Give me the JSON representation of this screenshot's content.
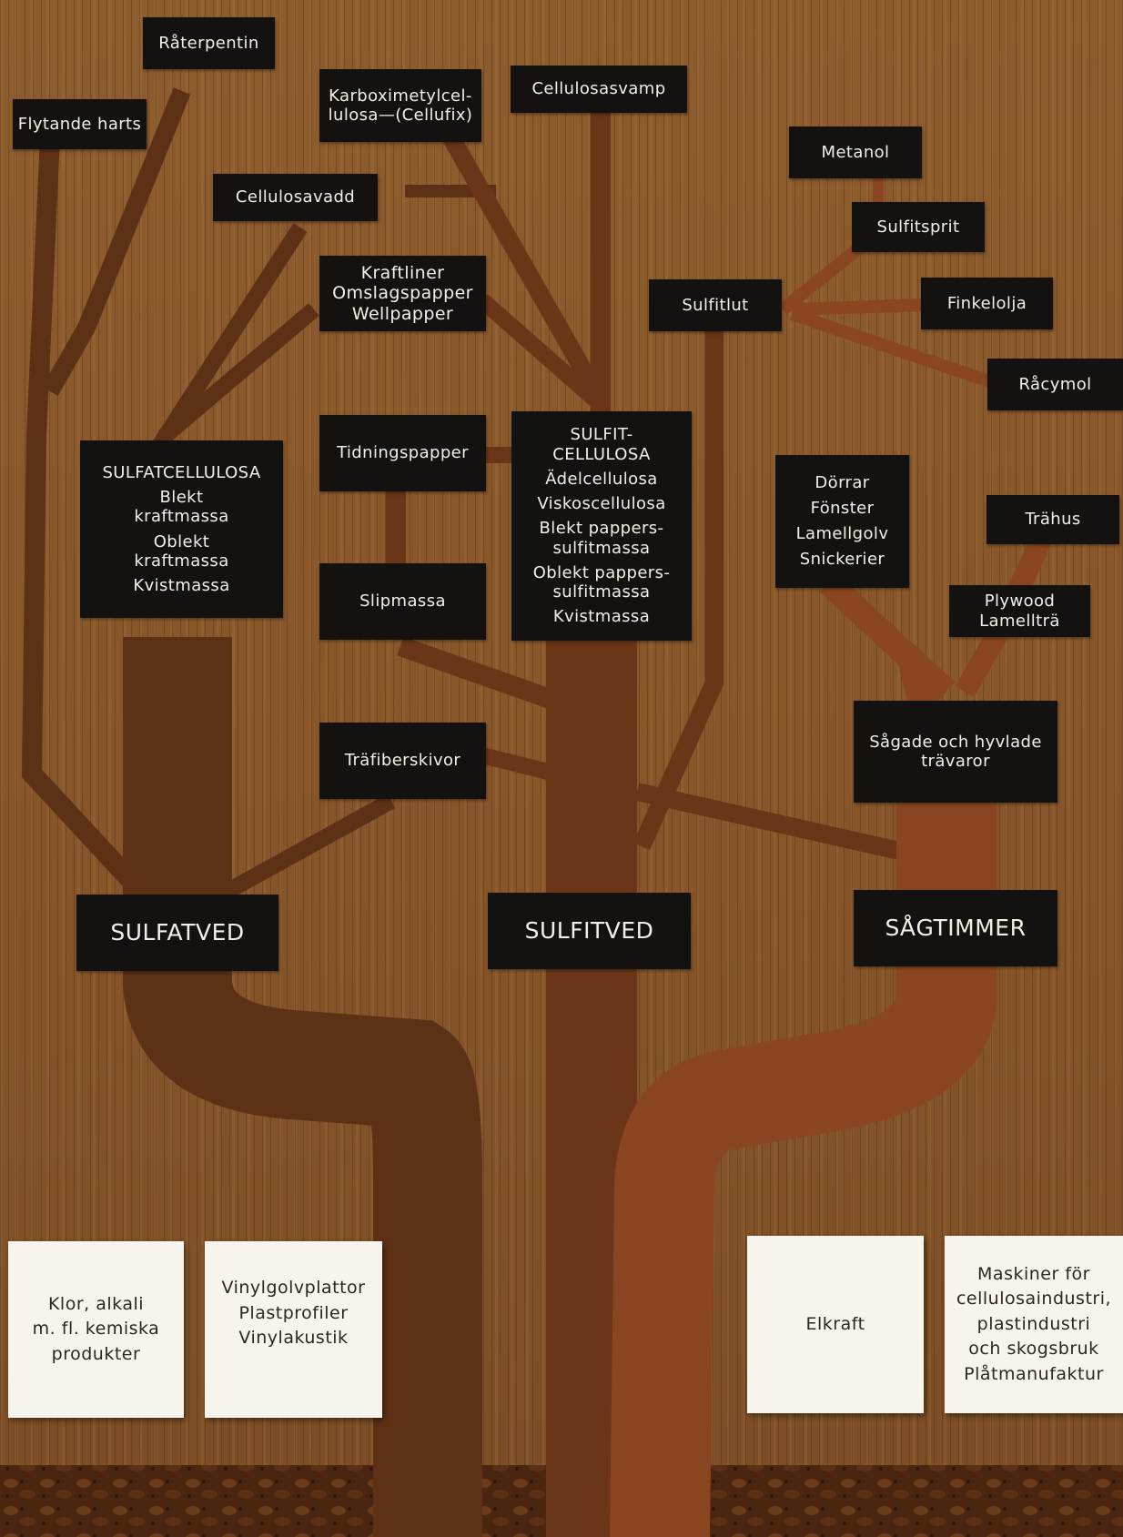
{
  "colors": {
    "background_wood": "#8a5a2c",
    "branch_dark": "#5a2e14",
    "branch_mid": "#6b3518",
    "branch_light": "#8a4620",
    "label_box": "#141210",
    "label_text": "#f4efe6",
    "card": "#f7f4ee",
    "card_text": "#2a2622"
  },
  "labels": {
    "raterpentin": "Råterpentin",
    "flytande_harts": "Flytande harts",
    "karboxi_1": "Karboximetylcel-",
    "karboxi_2": "lulosa—(Cellufix)",
    "cellulosasvamp": "Cellulosasvamp",
    "metanol": "Metanol",
    "cellulosavadd": "Cellulosavadd",
    "sulfitsprit": "Sulfitsprit",
    "kraftliner": "Kraftliner",
    "omslagspapper": "Omslagspapper",
    "wellpapper": "Wellpapper",
    "sulfitlut": "Sulfitlut",
    "finkelolja": "Finkelolja",
    "racymol": "Råcymol",
    "tidningspapper": "Tidningspapper",
    "slipmassa": "Slipmassa",
    "trafiberskivor": "Träfiberskivor",
    "trahus": "Trähus",
    "plywood": "Plywood",
    "lamelltra": "Lamellträ",
    "sagade_1": "Sågade och hyvlade",
    "sagade_2": "trävaror"
  },
  "sulfatcellulosa": {
    "title": "SULFATCELLULOSA",
    "blekt_1": "Blekt",
    "blekt_2": "kraftmassa",
    "oblekt_1": "Oblekt",
    "oblekt_2": "kraftmassa",
    "kvist": "Kvistmassa"
  },
  "sulfitcellulosa": {
    "title_1": "SULFIT-",
    "title_2": "CELLULOSA",
    "adel": "Ädelcellulosa",
    "viskos": "Viskoscellulosa",
    "blekt_1": "Blekt pappers-",
    "blekt_2": "sulfitmassa",
    "oblekt_1": "Oblekt pappers-",
    "oblekt_2": "sulfitmassa",
    "kvist": "Kvistmassa"
  },
  "snickeri": {
    "dorrar": "Dörrar",
    "fonster": "Fönster",
    "lamellgolv": "Lamellgolv",
    "snickerier": "Snickerier"
  },
  "trunks": {
    "sulfatved": "SULFATVED",
    "sulfitved": "SULFITVED",
    "sagtimmer": "SÅGTIMMER"
  },
  "cards": {
    "klor": [
      "Klor, alkali",
      "m. fl. kemiska",
      "produkter"
    ],
    "vinyl": [
      "Vinylgolvplattor",
      "Plastprofiler",
      "Vinylakustik"
    ],
    "elkraft": [
      "Elkraft"
    ],
    "maskiner": [
      "Maskiner för",
      "cellulosaindustri,",
      "plastindustri",
      "och skogsbruk",
      "Plåtmanufaktur"
    ]
  }
}
